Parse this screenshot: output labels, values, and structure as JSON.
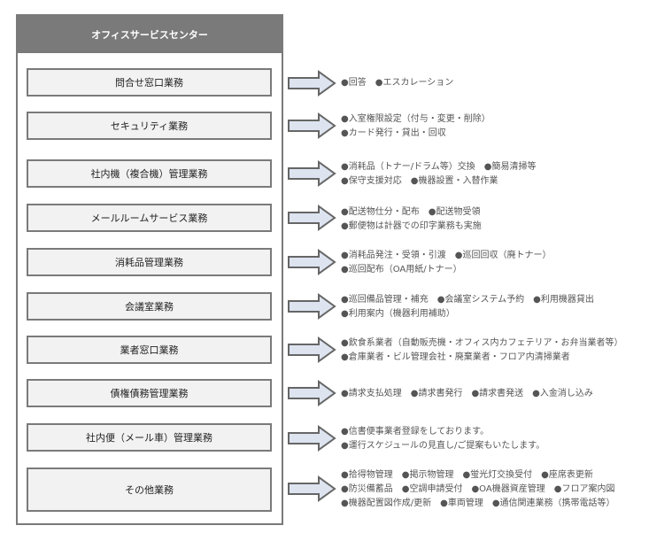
{
  "title": "オフィスサービスセンター",
  "services": [
    {
      "name": "問合せ窓口業務",
      "lines": [
        "●回答　●エスカレーション"
      ]
    },
    {
      "name": "セキュリティ業務",
      "lines": [
        "●入室権限設定（付与・変更・削除）",
        "●カード発行・貸出・回収"
      ]
    },
    {
      "name": "社内機（複合機）管理業務",
      "lines": [
        "●消耗品（トナー/ドラム等）交換　●簡易清掃等",
        "●保守支援対応　●機器設置・入替作業"
      ]
    },
    {
      "name": "メールルームサービス業務",
      "lines": [
        "●配送物仕分・配布　●配送物受領",
        "●郵便物は計器での印字業務も実施"
      ]
    },
    {
      "name": "消耗品管理業務",
      "lines": [
        "●消耗品発注・受領・引渡　●巡回回収（廃トナー）",
        "●巡回配布（OA用紙/トナー）"
      ]
    },
    {
      "name": "会議室業務",
      "lines": [
        "●巡回備品管理・補充　●会議室システム予約　●利用機器貸出",
        "●利用案内（機器利用補助）"
      ]
    },
    {
      "name": "業者窓口業務",
      "lines": [
        "●飲食系業者（自動販売機・オフィス内カフェテリア・お弁当業者等）",
        "●倉庫業者・ビル管理会社・廃棄業者・フロア内清掃業者"
      ]
    },
    {
      "name": "債権債務管理業務",
      "lines": [
        "●請求支払処理　●請求書発行　●請求書発送　●入金消し込み"
      ]
    },
    {
      "name": "社内便（メール車）管理業務",
      "lines": [
        "●信書便事業者登録をしております。",
        "●運行スケジュールの見直し/ご提案もいたします。"
      ]
    },
    {
      "name": "その他業務",
      "lines": [
        "●拾得物管理　●掲示物管理　●蛍光灯交換受付　●座席表更新",
        "●防災備蓄品　●空調申請受付　●OA機器資産管理　●フロア案内図",
        "●機器配置図作成/更新　●車両管理　●通信関連業務（携帯電話等）"
      ]
    }
  ]
}
